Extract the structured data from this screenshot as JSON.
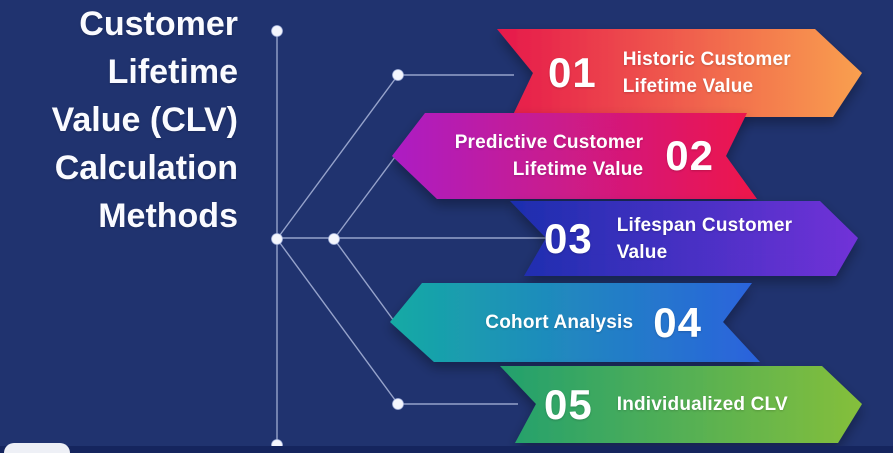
{
  "title": {
    "lines": [
      "Customer",
      "Lifetime",
      "Value (CLV)",
      "Calculation",
      "Methods"
    ]
  },
  "methods": [
    {
      "number": "01",
      "label_lines": [
        "Historic Customer",
        "Lifetime Value"
      ],
      "direction": "right",
      "color_start": "#e6184b",
      "color_end": "#f9a04f"
    },
    {
      "number": "02",
      "label_lines": [
        "Predictive Customer",
        "Lifetime Value"
      ],
      "direction": "left",
      "color_start": "#ac1ec4",
      "color_end": "#ee164a"
    },
    {
      "number": "03",
      "label_lines": [
        "Lifespan Customer",
        "Value"
      ],
      "direction": "right",
      "color_start": "#1c2fae",
      "color_end": "#7130d8"
    },
    {
      "number": "04",
      "label_lines": [
        "Cohort Analysis"
      ],
      "direction": "left",
      "color_start": "#16aaa4",
      "color_end": "#2b62dd"
    },
    {
      "number": "05",
      "label_lines": [
        "Individualized CLV"
      ],
      "direction": "right",
      "color_start": "#22a06e",
      "color_end": "#85bf3b"
    }
  ],
  "colors": {
    "background": "#20336f",
    "bottom_band": "#15255e",
    "connector_line": "#c3cfee",
    "connector_dot": "#f4f6fd",
    "text": "#ffffff"
  }
}
